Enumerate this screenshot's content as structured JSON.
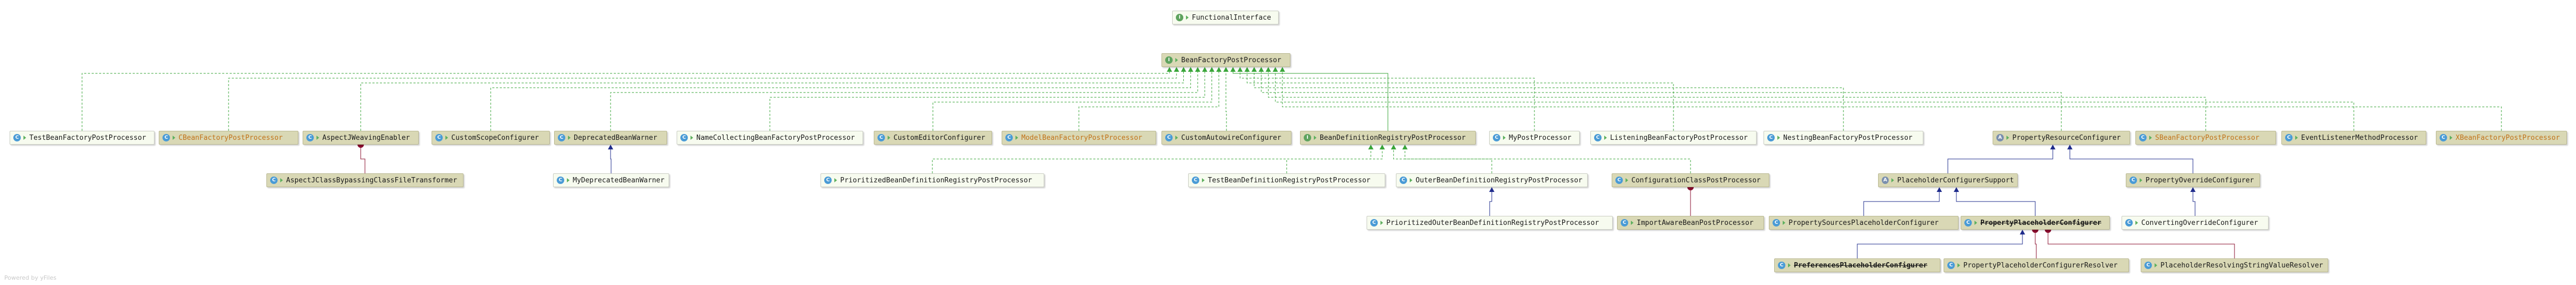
{
  "diagram": {
    "nodes": [
      {
        "id": "fi",
        "label": "FunctionalInterface",
        "kind": "i",
        "style": "title-only"
      },
      {
        "id": "bfpp",
        "label": "BeanFactoryPostProcessor",
        "kind": "i",
        "style": "abstract"
      },
      {
        "id": "testbfpp",
        "label": "TestBeanFactoryPostProcessor",
        "kind": "c",
        "style": "class"
      },
      {
        "id": "cbeanfpp",
        "label": "CBeanFactoryPostProcessor",
        "kind": "c",
        "style": "abstract",
        "orange": true
      },
      {
        "id": "aspectj",
        "label": "AspectJWeavingEnabler",
        "kind": "c",
        "style": "abstract"
      },
      {
        "id": "customscope",
        "label": "CustomScopeConfigurer",
        "kind": "c",
        "style": "abstract"
      },
      {
        "id": "deprecated",
        "label": "DeprecatedBeanWarner",
        "kind": "c",
        "style": "abstract"
      },
      {
        "id": "namecollect",
        "label": "NameCollectingBeanFactoryPostProcessor",
        "kind": "c",
        "style": "class"
      },
      {
        "id": "customeditor",
        "label": "CustomEditorConfigurer",
        "kind": "c",
        "style": "abstract"
      },
      {
        "id": "modelbean",
        "label": "ModelBeanFactoryPostProcessor",
        "kind": "c",
        "style": "abstract",
        "orange": true
      },
      {
        "id": "customautowire",
        "label": "CustomAutowireConfigurer",
        "kind": "c",
        "style": "abstract"
      },
      {
        "id": "bdrpp",
        "label": "BeanDefinitionRegistryPostProcessor",
        "kind": "i",
        "style": "abstract"
      },
      {
        "id": "mypost",
        "label": "MyPostProcessor",
        "kind": "c",
        "style": "class"
      },
      {
        "id": "listening",
        "label": "ListeningBeanFactoryPostProcessor",
        "kind": "c",
        "style": "class"
      },
      {
        "id": "nesting",
        "label": "NestingBeanFactoryPostProcessor",
        "kind": "c",
        "style": "class"
      },
      {
        "id": "propresource",
        "label": "PropertyResourceConfigurer",
        "kind": "a",
        "style": "abstract"
      },
      {
        "id": "sbeanfpp",
        "label": "SBeanFactoryPostProcessor",
        "kind": "c",
        "style": "abstract",
        "orange": true
      },
      {
        "id": "eventlistener",
        "label": "EventListenerMethodProcessor",
        "kind": "c",
        "style": "abstract"
      },
      {
        "id": "xbeanfpp",
        "label": "XBeanFactoryPostProcessor",
        "kind": "c",
        "style": "abstract",
        "orange": true
      },
      {
        "id": "aspectjbypass",
        "label": "AspectJClassBypassingClassFileTransformer",
        "kind": "c",
        "style": "abstract"
      },
      {
        "id": "mydeprecated",
        "label": "MyDeprecatedBeanWarner",
        "kind": "c",
        "style": "class"
      },
      {
        "id": "prioritized",
        "label": "PrioritizedBeanDefinitionRegistryPostProcessor",
        "kind": "c",
        "style": "class"
      },
      {
        "id": "testbdrpp",
        "label": "TestBeanDefinitionRegistryPostProcessor",
        "kind": "c",
        "style": "class"
      },
      {
        "id": "outerbdrpp",
        "label": "OuterBeanDefinitionRegistryPostProcessor",
        "kind": "c",
        "style": "class"
      },
      {
        "id": "configclass",
        "label": "ConfigurationClassPostProcessor",
        "kind": "c",
        "style": "abstract"
      },
      {
        "id": "placeholdersupport",
        "label": "PlaceholderConfigurerSupport",
        "kind": "a",
        "style": "abstract"
      },
      {
        "id": "propoverride",
        "label": "PropertyOverrideConfigurer",
        "kind": "c",
        "style": "abstract"
      },
      {
        "id": "priouter",
        "label": "PrioritizedOuterBeanDefinitionRegistryPostProcessor",
        "kind": "c",
        "style": "class"
      },
      {
        "id": "importaware",
        "label": "ImportAwareBeanPostProcessor",
        "kind": "c",
        "style": "abstract"
      },
      {
        "id": "propsources",
        "label": "PropertySourcesPlaceholderConfigurer",
        "kind": "c",
        "style": "abstract"
      },
      {
        "id": "propplaceholder",
        "label": "PropertyPlaceholderConfigurer",
        "kind": "c",
        "style": "abstract",
        "strike": true
      },
      {
        "id": "convertingoverride",
        "label": "ConvertingOverrideConfigurer",
        "kind": "c",
        "style": "class"
      },
      {
        "id": "preferences",
        "label": "PreferencesPlaceholderConfigurer",
        "kind": "c",
        "style": "abstract",
        "strike": true
      },
      {
        "id": "ppcresolver",
        "label": "PropertyPlaceholderConfigurerResolver",
        "kind": "c",
        "style": "abstract"
      },
      {
        "id": "phresolving",
        "label": "PlaceholderResolvingStringValueResolver",
        "kind": "c",
        "style": "abstract"
      }
    ],
    "edges": [
      {
        "from": "testbfpp",
        "to": "bfpp",
        "type": "implements"
      },
      {
        "from": "cbeanfpp",
        "to": "bfpp",
        "type": "implements"
      },
      {
        "from": "aspectj",
        "to": "bfpp",
        "type": "implements"
      },
      {
        "from": "customscope",
        "to": "bfpp",
        "type": "implements"
      },
      {
        "from": "deprecated",
        "to": "bfpp",
        "type": "implements"
      },
      {
        "from": "namecollect",
        "to": "bfpp",
        "type": "implements"
      },
      {
        "from": "customeditor",
        "to": "bfpp",
        "type": "implements"
      },
      {
        "from": "modelbean",
        "to": "bfpp",
        "type": "implements"
      },
      {
        "from": "customautowire",
        "to": "bfpp",
        "type": "implements"
      },
      {
        "from": "bdrpp",
        "to": "bfpp",
        "type": "extends-interface"
      },
      {
        "from": "mypost",
        "to": "bfpp",
        "type": "implements"
      },
      {
        "from": "listening",
        "to": "bfpp",
        "type": "implements"
      },
      {
        "from": "nesting",
        "to": "bfpp",
        "type": "implements"
      },
      {
        "from": "propresource",
        "to": "bfpp",
        "type": "implements"
      },
      {
        "from": "sbeanfpp",
        "to": "bfpp",
        "type": "implements"
      },
      {
        "from": "eventlistener",
        "to": "bfpp",
        "type": "implements"
      },
      {
        "from": "xbeanfpp",
        "to": "bfpp",
        "type": "implements"
      },
      {
        "from": "aspectjbypass",
        "to": "aspectj",
        "type": "inner"
      },
      {
        "from": "mydeprecated",
        "to": "deprecated",
        "type": "extends"
      },
      {
        "from": "prioritized",
        "to": "bdrpp",
        "type": "implements"
      },
      {
        "from": "testbdrpp",
        "to": "bdrpp",
        "type": "implements"
      },
      {
        "from": "outerbdrpp",
        "to": "bdrpp",
        "type": "implements"
      },
      {
        "from": "configclass",
        "to": "bdrpp",
        "type": "implements"
      },
      {
        "from": "priouter",
        "to": "outerbdrpp",
        "type": "extends"
      },
      {
        "from": "importaware",
        "to": "configclass",
        "type": "inner"
      },
      {
        "from": "placeholdersupport",
        "to": "propresource",
        "type": "extends"
      },
      {
        "from": "propoverride",
        "to": "propresource",
        "type": "extends"
      },
      {
        "from": "propsources",
        "to": "placeholdersupport",
        "type": "extends"
      },
      {
        "from": "propplaceholder",
        "to": "placeholdersupport",
        "type": "extends"
      },
      {
        "from": "convertingoverride",
        "to": "propoverride",
        "type": "extends"
      },
      {
        "from": "preferences",
        "to": "propplaceholder",
        "type": "extends"
      },
      {
        "from": "ppcresolver",
        "to": "propplaceholder",
        "type": "inner"
      },
      {
        "from": "phresolving",
        "to": "propplaceholder",
        "type": "inner"
      }
    ],
    "colors": {
      "implements": "#3aa63a",
      "extends": "#1f2c8c",
      "inner": "#8a0d2e"
    }
  },
  "watermark": "Powered by yFiles"
}
